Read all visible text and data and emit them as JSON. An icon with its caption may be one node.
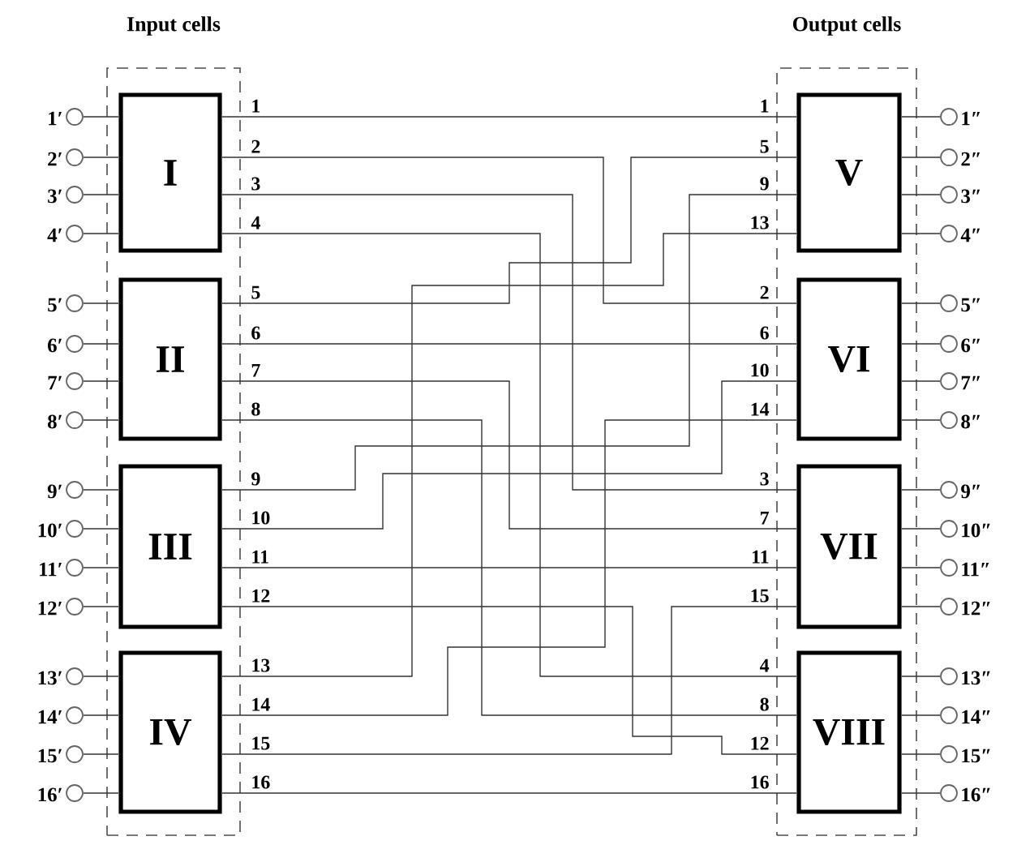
{
  "diagram": {
    "nodes": [
      {
        "text": [
          "Input cells"
        ]
      },
      {
        "text": [
          "I"
        ],
        "in": 0
      },
      {
        "text": [
          "II"
        ],
        "in": 0
      },
      {
        "text": [
          "III"
        ],
        "in": 0
      },
      {
        "text": [
          "IV"
        ],
        "in": 0
      },
      {
        "text": [
          "Output cells"
        ]
      },
      {
        "text": [
          "V"
        ],
        "in": 5
      },
      {
        "text": [
          "VI"
        ],
        "in": 5
      },
      {
        "text": [
          "VII"
        ],
        "in": 5
      },
      {
        "text": [
          "VIII"
        ],
        "in": 5
      },
      {
        "text": [],
        "shape": "circle",
        "beside": [
          "1′"
        ]
      },
      {
        "text": [],
        "shape": "circle",
        "beside": [
          "2′"
        ]
      },
      {
        "text": [],
        "shape": "circle",
        "beside": [
          "3′"
        ]
      },
      {
        "text": [],
        "shape": "circle",
        "beside": [
          "4′"
        ]
      },
      {
        "text": [],
        "shape": "circle",
        "beside": [
          "5′"
        ]
      },
      {
        "text": [],
        "shape": "circle",
        "beside": [
          "6′"
        ]
      },
      {
        "text": [],
        "shape": "circle",
        "beside": [
          "7′"
        ]
      },
      {
        "text": [],
        "shape": "circle",
        "beside": [
          "8′"
        ]
      },
      {
        "text": [],
        "shape": "circle",
        "beside": [
          "9′"
        ]
      },
      {
        "text": [],
        "shape": "circle",
        "beside": [
          "10′"
        ]
      },
      {
        "text": [],
        "shape": "circle",
        "beside": [
          "11′"
        ]
      },
      {
        "text": [],
        "shape": "circle",
        "beside": [
          "12′"
        ]
      },
      {
        "text": [],
        "shape": "circle",
        "beside": [
          "13′"
        ]
      },
      {
        "text": [],
        "shape": "circle",
        "beside": [
          "14′"
        ]
      },
      {
        "text": [],
        "shape": "circle",
        "beside": [
          "15′"
        ]
      },
      {
        "text": [],
        "shape": "circle",
        "beside": [
          "16′"
        ]
      },
      {
        "text": [],
        "shape": "circle",
        "beside": [
          "1″"
        ]
      },
      {
        "text": [],
        "shape": "circle",
        "beside": [
          "2″"
        ]
      },
      {
        "text": [],
        "shape": "circle",
        "beside": [
          "3″"
        ]
      },
      {
        "text": [],
        "shape": "circle",
        "beside": [
          "4″"
        ]
      },
      {
        "text": [],
        "shape": "circle",
        "beside": [
          "5″"
        ]
      },
      {
        "text": [],
        "shape": "circle",
        "beside": [
          "6″"
        ]
      },
      {
        "text": [],
        "shape": "circle",
        "beside": [
          "7″"
        ]
      },
      {
        "text": [],
        "shape": "circle",
        "beside": [
          "8″"
        ]
      },
      {
        "text": [],
        "shape": "circle",
        "beside": [
          "9″"
        ]
      },
      {
        "text": [],
        "shape": "circle",
        "beside": [
          "10″"
        ]
      },
      {
        "text": [],
        "shape": "circle",
        "beside": [
          "11″"
        ]
      },
      {
        "text": [],
        "shape": "circle",
        "beside": [
          "12″"
        ]
      },
      {
        "text": [],
        "shape": "circle",
        "beside": [
          "13″"
        ]
      },
      {
        "text": [],
        "shape": "circle",
        "beside": [
          "14″"
        ]
      },
      {
        "text": [],
        "shape": "circle",
        "beside": [
          "15″"
        ]
      },
      {
        "text": [],
        "shape": "circle",
        "beside": [
          "16″"
        ]
      }
    ],
    "edges": [
      {
        "from": 10,
        "to": 1,
        "arrow": "none"
      },
      {
        "from": 11,
        "to": 1,
        "arrow": "none"
      },
      {
        "from": 12,
        "to": 1,
        "arrow": "none"
      },
      {
        "from": 13,
        "to": 1,
        "arrow": "none"
      },
      {
        "from": 14,
        "to": 2,
        "arrow": "none"
      },
      {
        "from": 15,
        "to": 2,
        "arrow": "none"
      },
      {
        "from": 16,
        "to": 2,
        "arrow": "none"
      },
      {
        "from": 17,
        "to": 2,
        "arrow": "none"
      },
      {
        "from": 18,
        "to": 3,
        "arrow": "none"
      },
      {
        "from": 19,
        "to": 3,
        "arrow": "none"
      },
      {
        "from": 20,
        "to": 3,
        "arrow": "none"
      },
      {
        "from": 21,
        "to": 3,
        "arrow": "none"
      },
      {
        "from": 22,
        "to": 4,
        "arrow": "none"
      },
      {
        "from": 23,
        "to": 4,
        "arrow": "none"
      },
      {
        "from": 24,
        "to": 4,
        "arrow": "none"
      },
      {
        "from": 25,
        "to": 4,
        "arrow": "none"
      },
      {
        "from": 1,
        "to": 6,
        "arrow": "none"
      },
      {
        "from": 1,
        "to": 7,
        "arrow": "none"
      },
      {
        "from": 1,
        "to": 8,
        "arrow": "none"
      },
      {
        "from": 1,
        "to": 9,
        "arrow": "none"
      },
      {
        "from": 2,
        "to": 6,
        "arrow": "none"
      },
      {
        "from": 2,
        "to": 7,
        "arrow": "none"
      },
      {
        "from": 2,
        "to": 8,
        "arrow": "none"
      },
      {
        "from": 2,
        "to": 9,
        "arrow": "none"
      },
      {
        "from": 3,
        "to": 6,
        "arrow": "none"
      },
      {
        "from": 3,
        "to": 7,
        "arrow": "none"
      },
      {
        "from": 3,
        "to": 8,
        "arrow": "none"
      },
      {
        "from": 3,
        "to": 9,
        "arrow": "none"
      },
      {
        "from": 4,
        "to": 6,
        "arrow": "none"
      },
      {
        "from": 4,
        "to": 7,
        "arrow": "none"
      },
      {
        "from": 4,
        "to": 8,
        "arrow": "none"
      },
      {
        "from": 4,
        "to": 9,
        "arrow": "none"
      },
      {
        "from": 6,
        "to": 26,
        "arrow": "none"
      },
      {
        "from": 6,
        "to": 27,
        "arrow": "none"
      },
      {
        "from": 6,
        "to": 28,
        "arrow": "none"
      },
      {
        "from": 6,
        "to": 29,
        "arrow": "none"
      },
      {
        "from": 7,
        "to": 30,
        "arrow": "none"
      },
      {
        "from": 7,
        "to": 31,
        "arrow": "none"
      },
      {
        "from": 7,
        "to": 32,
        "arrow": "none"
      },
      {
        "from": 7,
        "to": 33,
        "arrow": "none"
      },
      {
        "from": 8,
        "to": 34,
        "arrow": "none"
      },
      {
        "from": 8,
        "to": 35,
        "arrow": "none"
      },
      {
        "from": 8,
        "to": 36,
        "arrow": "none"
      },
      {
        "from": 8,
        "to": 37,
        "arrow": "none"
      },
      {
        "from": 9,
        "to": 38,
        "arrow": "none"
      },
      {
        "from": 9,
        "to": 39,
        "arrow": "none"
      },
      {
        "from": 9,
        "to": 40,
        "arrow": "none"
      },
      {
        "from": 9,
        "to": 41,
        "arrow": "none"
      }
    ],
    "labels": [
      "1",
      "1",
      "2",
      "5",
      "3",
      "9",
      "4",
      "13",
      "5",
      "2",
      "6",
      "6",
      "7",
      "10",
      "8",
      "14",
      "9",
      "3",
      "10",
      "7",
      "11",
      "11",
      "12",
      "15",
      "13",
      "4",
      "14",
      "8",
      "15",
      "12",
      "16",
      "16"
    ]
  }
}
